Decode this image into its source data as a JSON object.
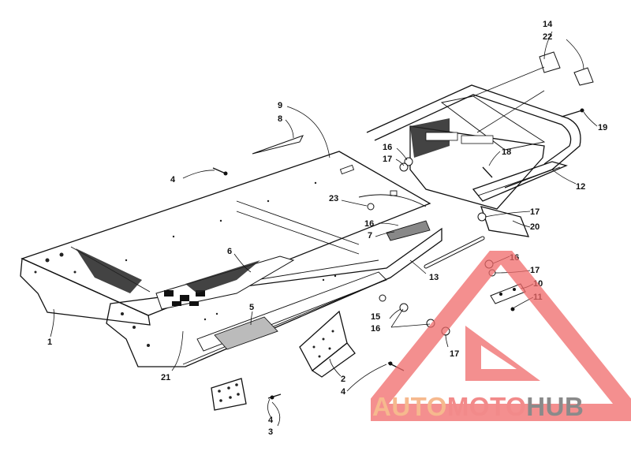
{
  "callouts": [
    {
      "id": "c1",
      "label": "1"
    },
    {
      "id": "c2",
      "label": "2"
    },
    {
      "id": "c3",
      "label": "3"
    },
    {
      "id": "c4a",
      "label": "4"
    },
    {
      "id": "c4b",
      "label": "4"
    },
    {
      "id": "c4c",
      "label": "4"
    },
    {
      "id": "c5",
      "label": "5"
    },
    {
      "id": "c6",
      "label": "6"
    },
    {
      "id": "c7",
      "label": "7"
    },
    {
      "id": "c8",
      "label": "8"
    },
    {
      "id": "c9",
      "label": "9"
    },
    {
      "id": "c10",
      "label": "10"
    },
    {
      "id": "c11",
      "label": "11"
    },
    {
      "id": "c12",
      "label": "12"
    },
    {
      "id": "c13",
      "label": "13"
    },
    {
      "id": "c14",
      "label": "14"
    },
    {
      "id": "c15",
      "label": "15"
    },
    {
      "id": "c16a",
      "label": "16"
    },
    {
      "id": "c16b",
      "label": "16"
    },
    {
      "id": "c16c",
      "label": "16"
    },
    {
      "id": "c16d",
      "label": "16"
    },
    {
      "id": "c17a",
      "label": "17"
    },
    {
      "id": "c17b",
      "label": "17"
    },
    {
      "id": "c17c",
      "label": "17"
    },
    {
      "id": "c17d",
      "label": "17"
    },
    {
      "id": "c18",
      "label": "18"
    },
    {
      "id": "c19",
      "label": "19"
    },
    {
      "id": "c20",
      "label": "20"
    },
    {
      "id": "c21",
      "label": "21"
    },
    {
      "id": "c22",
      "label": "22"
    },
    {
      "id": "c23",
      "label": "23"
    }
  ],
  "watermark": {
    "part1": "AUTO",
    "part2": "MOTO",
    "part3": "HUB",
    "colors": {
      "auto": "#f6b98e",
      "moto": "#f28a8a",
      "hub": "#8a8a8a",
      "triangle": "#f06a6a"
    }
  }
}
